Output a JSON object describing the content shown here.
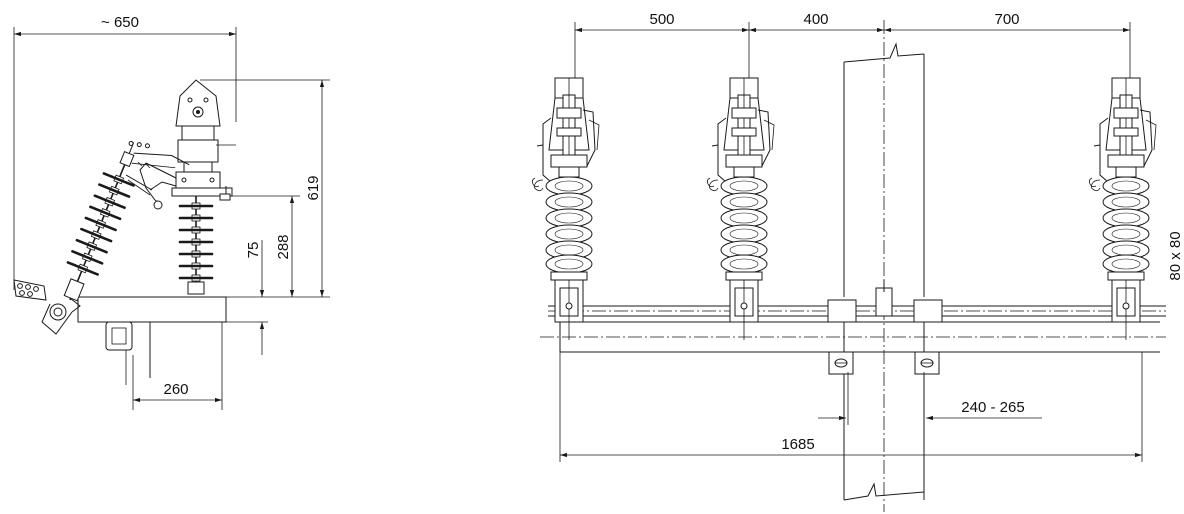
{
  "side_view": {
    "dimensions": {
      "overall_width": "~ 650",
      "overall_height": "619",
      "insulator_height": "288",
      "beam_offset": "75",
      "base_width": "260"
    }
  },
  "front_view": {
    "dimensions": {
      "pitch_left": "500",
      "pitch_middle": "400",
      "pitch_right": "700",
      "clamp_range": "240 - 265",
      "total_length": "1685",
      "beam_section": "80 x 80"
    }
  }
}
